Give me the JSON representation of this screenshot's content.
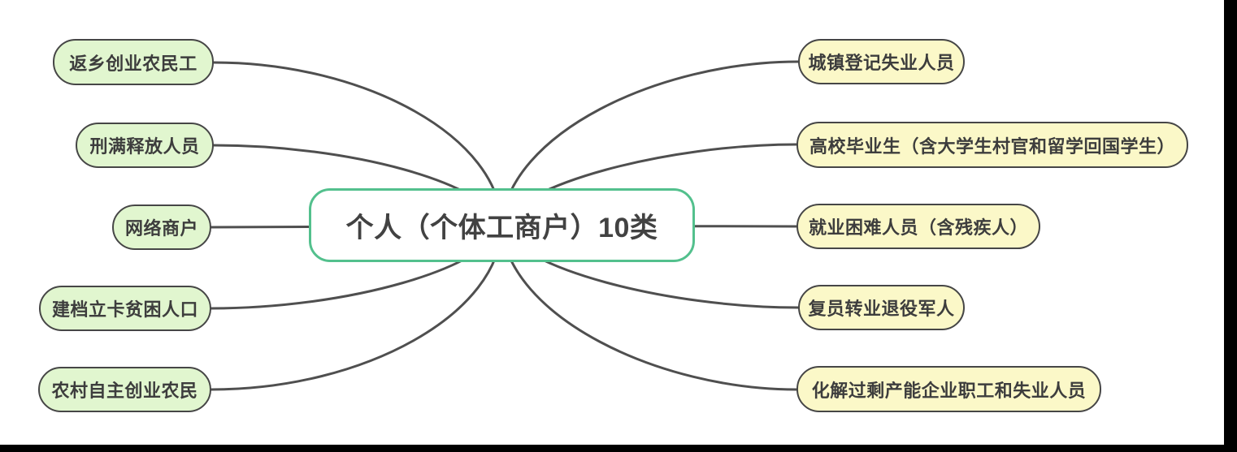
{
  "diagram": {
    "type": "mindmap",
    "root": {
      "label": "个人（个体工商户）10类"
    },
    "left_branches": [
      {
        "label": "返乡创业农民工"
      },
      {
        "label": "刑满释放人员"
      },
      {
        "label": "网络商户"
      },
      {
        "label": "建档立卡贫困人口"
      },
      {
        "label": "农村自主创业农民"
      }
    ],
    "right_branches": [
      {
        "label": "城镇登记失业人员"
      },
      {
        "label": "高校毕业生（含大学生村官和留学回国学生）"
      },
      {
        "label": "就业困难人员（含残疾人）"
      },
      {
        "label": "复员转业退役军人"
      },
      {
        "label": "化解过剩产能企业职工和失业人员"
      }
    ],
    "colors": {
      "root_border": "#53c08d",
      "root_fill": "#ffffff",
      "left_node_fill": "#e1f6cf",
      "right_node_fill": "#fbf8c8",
      "node_border": "#464646",
      "connector": "#4f4f4f",
      "text": "#3d3d3d",
      "edge_bar": "#000000"
    }
  }
}
